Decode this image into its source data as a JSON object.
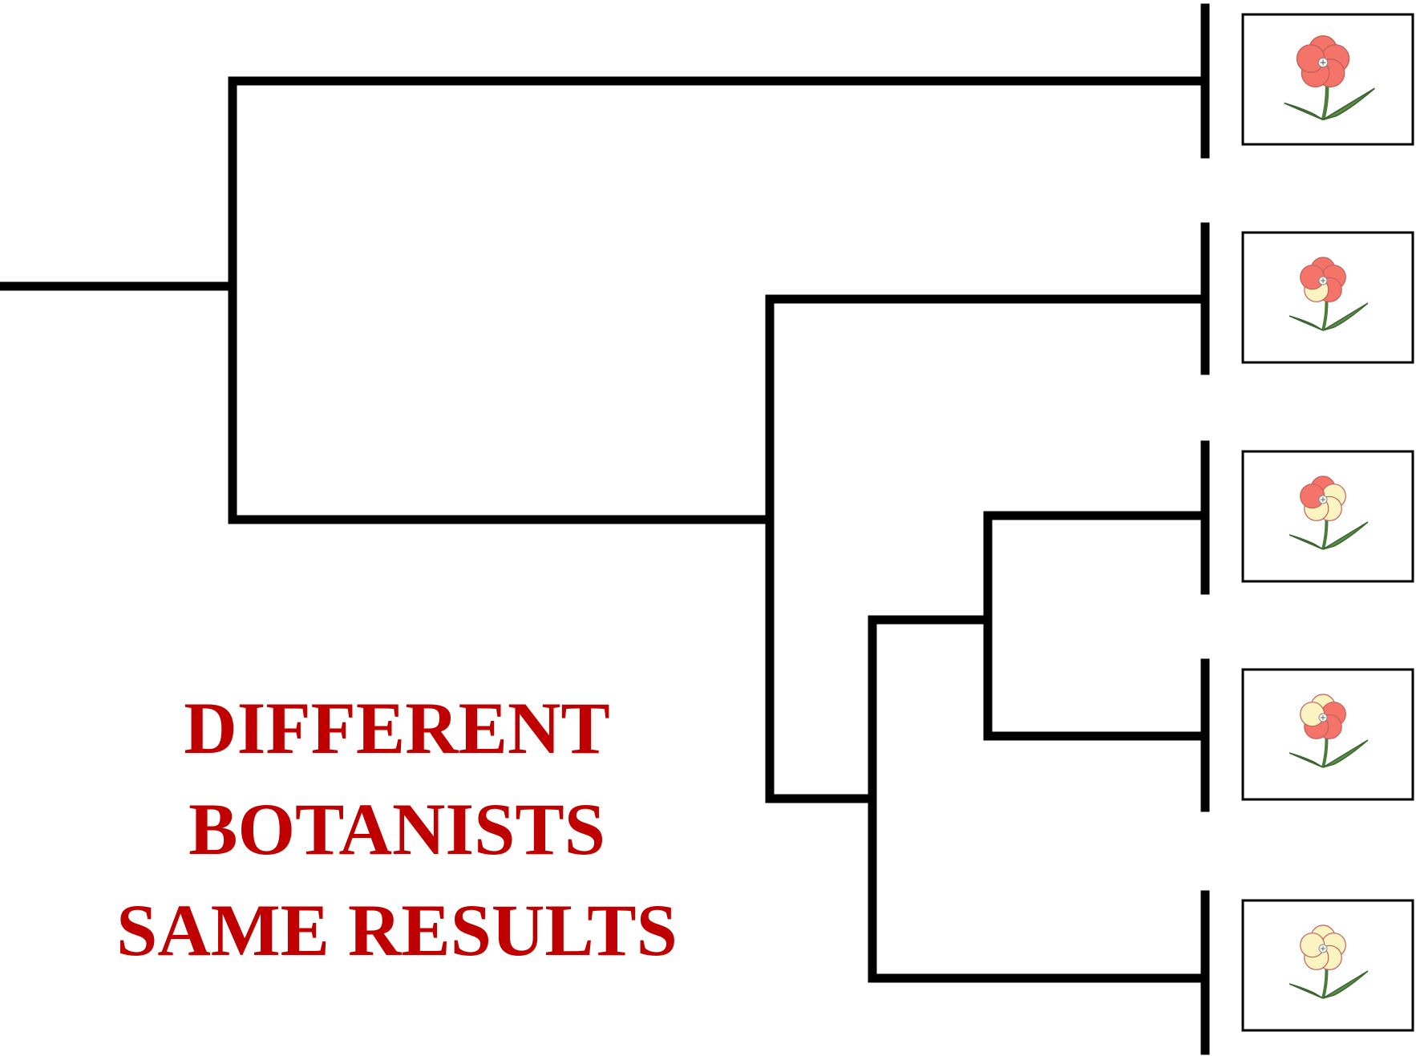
{
  "caption": {
    "lines": [
      "DIFFERENT",
      "BOTANISTS",
      "SAME RESULTS"
    ],
    "color": "#c00000"
  },
  "tree": {
    "line_color": "#000000",
    "leaves": [
      {
        "id": "flower-1",
        "petal_colors": [
          "salmon",
          "salmon",
          "salmon",
          "salmon",
          "salmon"
        ]
      },
      {
        "id": "flower-2",
        "petal_colors": [
          "salmon",
          "salmon",
          "salmon",
          "cream",
          "salmon"
        ]
      },
      {
        "id": "flower-3",
        "petal_colors": [
          "salmon",
          "cream",
          "cream",
          "cream",
          "salmon"
        ]
      },
      {
        "id": "flower-4",
        "petal_colors": [
          "cream",
          "salmon",
          "salmon",
          "salmon",
          "cream"
        ]
      },
      {
        "id": "flower-5",
        "petal_colors": [
          "cream",
          "cream",
          "cream",
          "cream",
          "cream"
        ]
      }
    ],
    "colors": {
      "salmon": "#f4746a",
      "cream": "#fbf3c0",
      "petal_outline": "#c0605a",
      "stem": "#4e7a3c",
      "leaf": "#5a8c4a"
    }
  }
}
